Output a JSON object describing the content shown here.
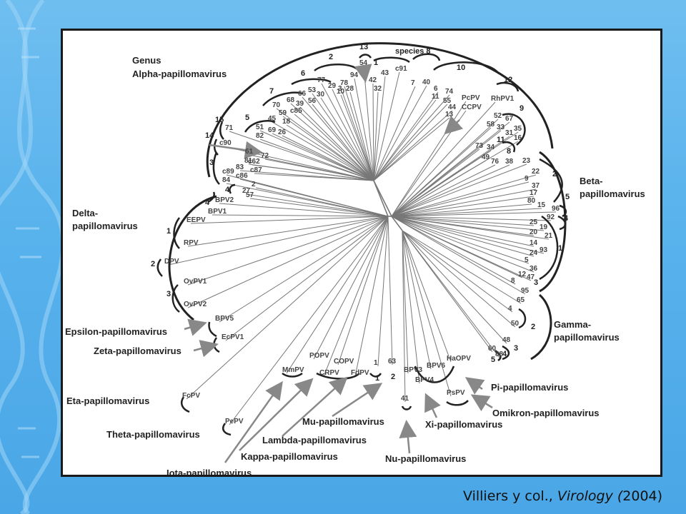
{
  "citation": {
    "author": "Villiers y col., ",
    "journal": "Virology (",
    "year": "2004)"
  },
  "genera": {
    "alpha": "Genus",
    "alpha2": "Alpha-papillomavirus",
    "beta": "Beta-",
    "beta2": "papillomavirus",
    "gamma": "Gamma-",
    "gamma2": "papillomavirus",
    "delta": "Delta-",
    "delta2": "papillomavirus",
    "epsilon": "Epsilon-papillomavirus",
    "zeta": "Zeta-papillomavirus",
    "eta": "Eta-papillomavirus",
    "theta": "Theta-papillomavirus",
    "iota": "Iota-papillomavirus",
    "kappa": "Kappa-papillomavirus",
    "lambda": "Lambda-papillomavirus",
    "mu": "Mu-papillomavirus",
    "nu": "Nu-papillomavirus",
    "xi": "Xi-papillomavirus",
    "omikron": "Omikron-papillomavirus",
    "pi": "Pi-papillomavirus"
  },
  "species_header": "species 8",
  "species_numbers": {
    "a2": "2",
    "a13": "13",
    "a1": "1",
    "a10": "10",
    "a12": "12",
    "a6": "6",
    "a7": "7",
    "a5": "5",
    "a9": "9",
    "a11": "11",
    "a15": "15",
    "a14": "14",
    "a3": "3",
    "a4": "4",
    "a8": "8",
    "b2": "2",
    "b5": "5",
    "b4": "4",
    "b1": "1",
    "b3": "3",
    "g2": "2",
    "g4": "4",
    "g3": "3",
    "g5": "5",
    "d4": "4",
    "d1": "1",
    "d2": "2",
    "d3": "3",
    "mu1": "1",
    "mu2": "2"
  },
  "types": [
    "54",
    "94",
    "42",
    "43",
    "c91",
    "77",
    "78",
    "29",
    "3",
    "28",
    "10",
    "32",
    "53",
    "66",
    "30",
    "39",
    "56",
    "70",
    "68",
    "c85",
    "45",
    "59",
    "18",
    "51",
    "69",
    "26",
    "82",
    "7",
    "40",
    "74",
    "6",
    "11",
    "55",
    "44",
    "13",
    "PcPV",
    "CCPV",
    "RhPV1",
    "52",
    "67",
    "58",
    "33",
    "35",
    "31",
    "16",
    "71",
    "c90",
    "61",
    "81",
    "c62",
    "72",
    "c89",
    "83",
    "c87",
    "84",
    "c86",
    "2",
    "27",
    "57",
    "73",
    "34",
    "49",
    "76",
    "38",
    "23",
    "22",
    "9",
    "37",
    "17",
    "80",
    "15",
    "96",
    "92",
    "25",
    "19",
    "20",
    "21",
    "14",
    "93",
    "24",
    "5",
    "36",
    "12",
    "47",
    "8",
    "95",
    "65",
    "4",
    "50",
    "48",
    "60",
    "88",
    "BPV2",
    "BPV1",
    "EEPV",
    "RPV",
    "DPV",
    "OvPV1",
    "OvPV2",
    "BPV5",
    "EcPV1",
    "MmPV",
    "POPV",
    "COPV",
    "CRPV",
    "FdPV",
    "1",
    "63",
    "BPV3",
    "BPV6",
    "BPV4",
    "HaOPV",
    "PsPV",
    "41",
    "FcPV",
    "PePV"
  ]
}
